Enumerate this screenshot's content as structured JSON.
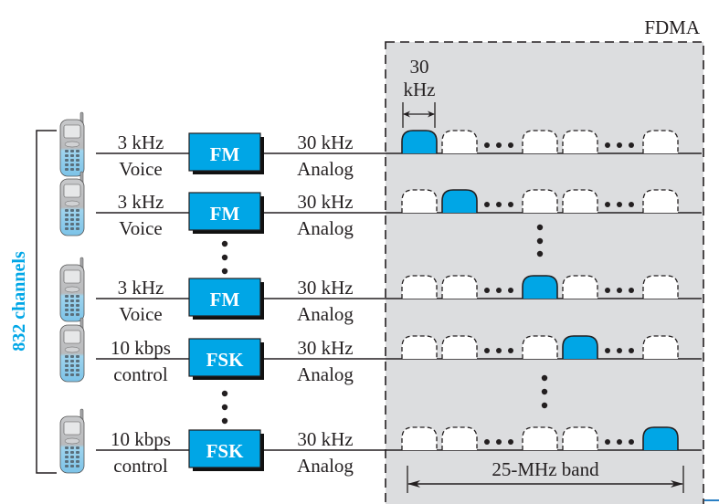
{
  "title": "FDMA",
  "side_label": "832 channels",
  "slot_width_label_line1": "30",
  "slot_width_label_line2": "kHz",
  "band_label": "25-MHz band",
  "colors": {
    "accent": "#00a6e6",
    "background_panel": "#dcdddf",
    "text": "#231f20",
    "shadow": "#111111"
  },
  "rows": [
    {
      "input_top": "3 kHz",
      "input_bottom": "Voice",
      "modulator": "FM",
      "output_top": "30 kHz",
      "output_bottom": "Analog",
      "active_slot": 0
    },
    {
      "input_top": "3 kHz",
      "input_bottom": "Voice",
      "modulator": "FM",
      "output_top": "30 kHz",
      "output_bottom": "Analog",
      "active_slot": 1
    },
    {
      "input_top": "3 kHz",
      "input_bottom": "Voice",
      "modulator": "FM",
      "output_top": "30 kHz",
      "output_bottom": "Analog",
      "active_slot": 2
    },
    {
      "input_top": "10 kbps",
      "input_bottom": "control",
      "modulator": "FSK",
      "output_top": "30 kHz",
      "output_bottom": "Analog",
      "active_slot": 3
    },
    {
      "input_top": "10 kbps",
      "input_bottom": "control",
      "modulator": "FSK",
      "output_top": "30 kHz",
      "output_bottom": "Analog",
      "active_slot": 4
    }
  ],
  "slot_layout": [
    "slot",
    "slot",
    "ellipsis",
    "slot",
    "slot",
    "ellipsis",
    "slot"
  ],
  "icons": {
    "phone": "cell-phone-icon",
    "ellipsis": "ellipsis-dots"
  }
}
